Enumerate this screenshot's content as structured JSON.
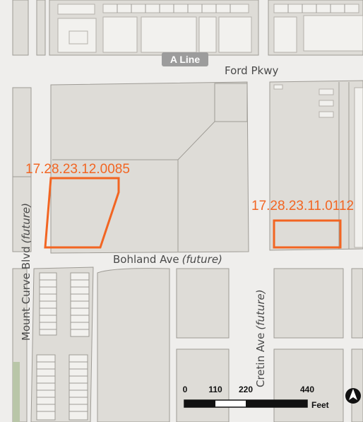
{
  "map": {
    "transit_badge": "A Line",
    "streets": {
      "ford_pkwy": "Ford Pkwy",
      "bohland_name": "Bohland Ave",
      "bohland_qualifier": "(future)",
      "mount_curve_name": "Mount Curve Blvd",
      "mount_curve_qualifier": "(future)",
      "cretin_name": "Cretin Ave",
      "cretin_qualifier": "(future)"
    },
    "parcels": [
      {
        "id": "17.28.23.12.0085"
      },
      {
        "id": "17.28.23.11.0112"
      }
    ],
    "scale_bar": {
      "ticks": [
        "0",
        "110",
        "220",
        "440"
      ],
      "unit": "Feet"
    },
    "north_arrow_icon": "north-arrow-icon",
    "colors": {
      "road": "#efeeec",
      "block": "#dedcd7",
      "block_line": "#9e9b95",
      "building": "#f2f1ee",
      "parcel_outline": "#f26522",
      "green": "#b9c6a8",
      "badge": "#9c9c9c"
    }
  }
}
